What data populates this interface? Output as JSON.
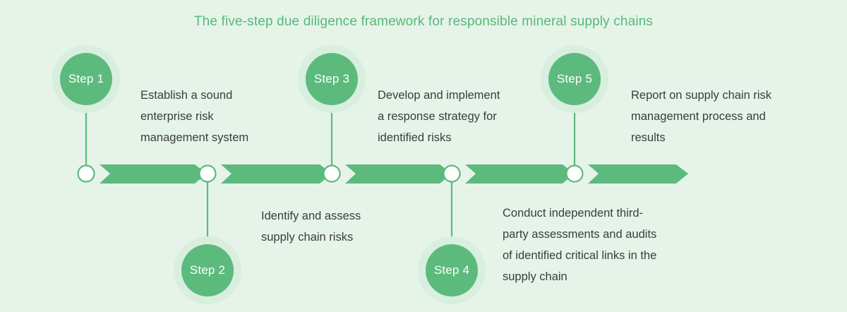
{
  "title": "The five-step due diligence framework for responsible mineral supply chains",
  "colors": {
    "background": "#e6f3e9",
    "accent_green": "#5cba7d",
    "title_green": "#55b97a",
    "halo_green": "#d8eedf",
    "text_gray": "#3c3c3c",
    "node_fill": "#ffffff"
  },
  "steps": [
    {
      "label": "Step 1",
      "position": "above",
      "description_lines": [
        "Establish a sound",
        "enterprise risk",
        "management system"
      ],
      "description": "Establish a sound enterprise risk management system"
    },
    {
      "label": "Step 2",
      "position": "below",
      "description_lines": [
        "Identify and assess",
        "supply chain risks"
      ],
      "description": "Identify and assess supply chain risks"
    },
    {
      "label": "Step 3",
      "position": "above",
      "description_lines": [
        "Develop and implement",
        "a response strategy for",
        "identified risks"
      ],
      "description": "Develop and implement a response strategy for identified risks"
    },
    {
      "label": "Step 4",
      "position": "below",
      "description_lines": [
        "Conduct independent third-",
        "party assessments and audits",
        "of identified critical links in the",
        "supply chain"
      ],
      "description": "Conduct independent third-party assessments and audits of identified critical links in the supply chain"
    },
    {
      "label": "Step 5",
      "position": "above",
      "description_lines": [
        "Report on supply chain risk",
        "management process and",
        "results"
      ],
      "description": "Report on supply chain risk management process and results"
    }
  ]
}
